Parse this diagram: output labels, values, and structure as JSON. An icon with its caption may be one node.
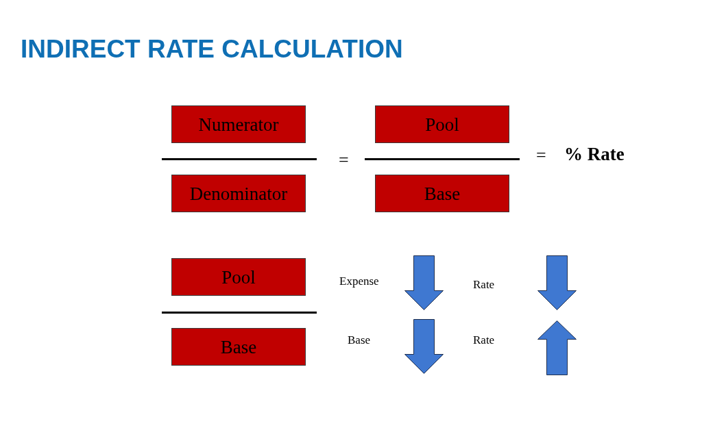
{
  "diagram": {
    "title": "INDIRECT RATE CALCULATION",
    "nodes": [
      {
        "text": [
          "Numerator"
        ]
      },
      {
        "text": [
          "Pool"
        ]
      },
      {
        "text": [
          "Denominator"
        ]
      },
      {
        "text": [
          "Base"
        ]
      },
      {
        "text": [
          "Pool"
        ]
      },
      {
        "text": [
          "Base"
        ]
      }
    ],
    "labels": [
      "=",
      "=",
      "% Rate",
      "Expense",
      "Rate",
      "Base",
      "Rate"
    ]
  }
}
